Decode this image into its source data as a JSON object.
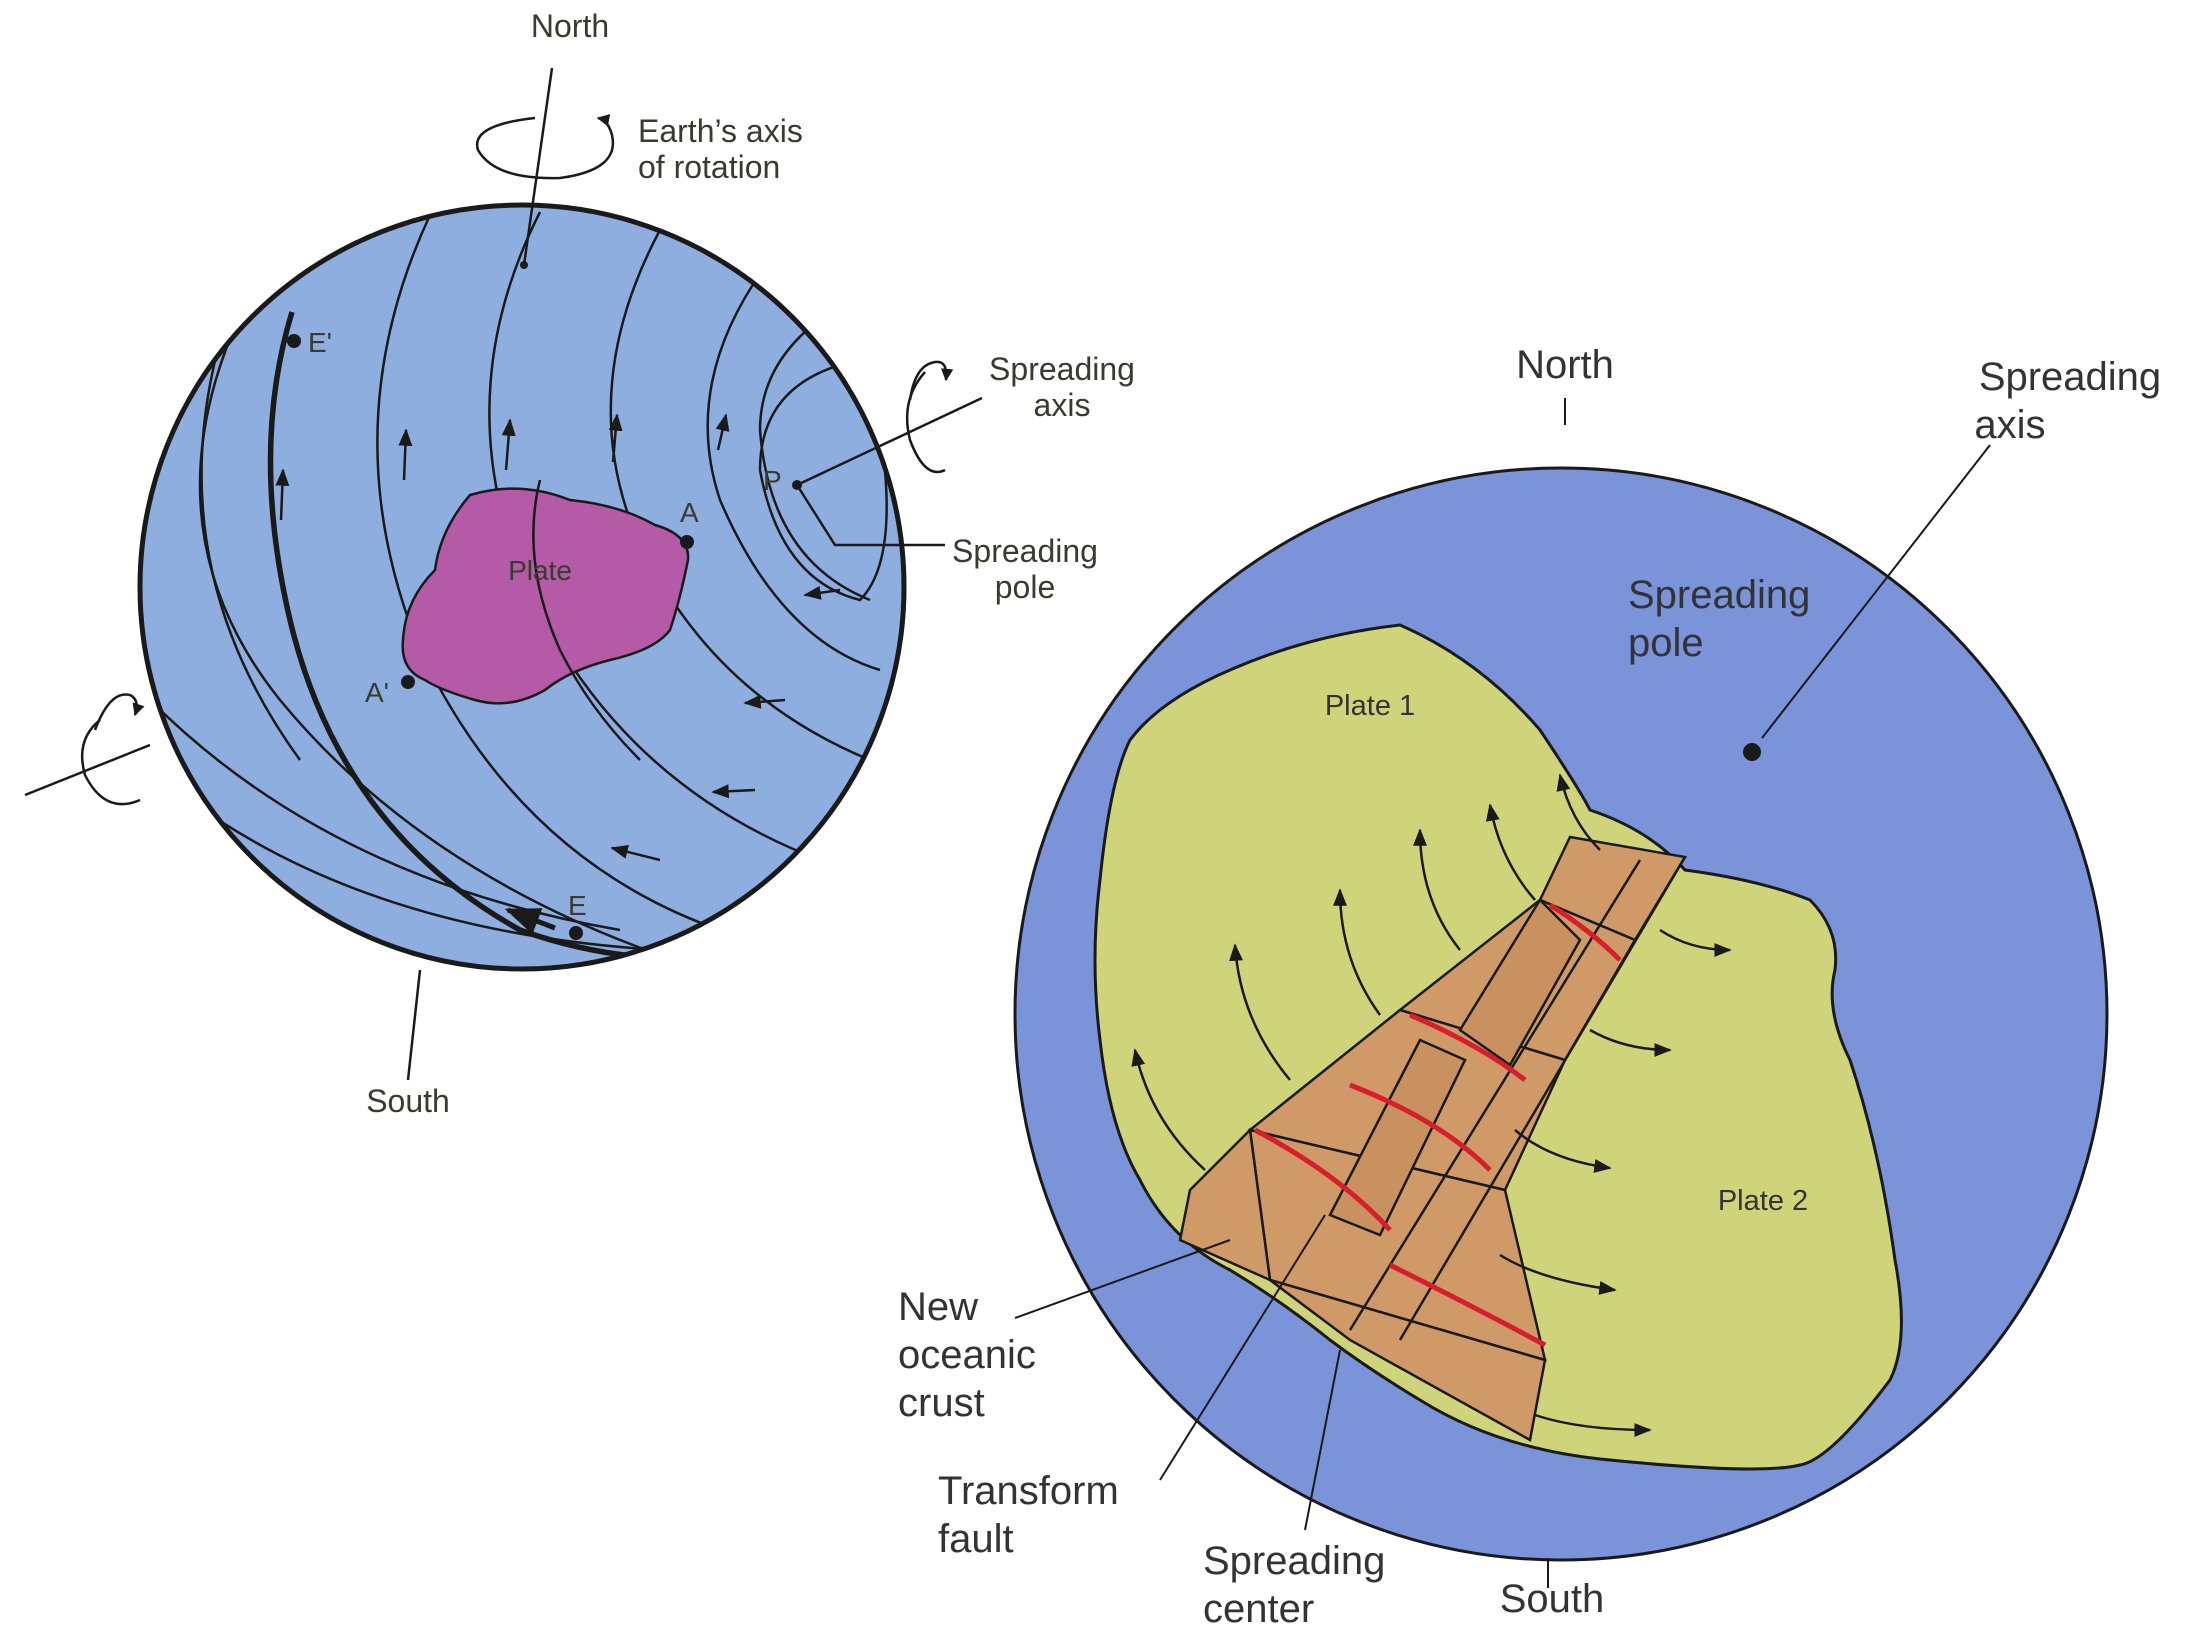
{
  "left_globe": {
    "north": "North",
    "rotation_axis": [
      "Earth’s axis",
      "of rotation"
    ],
    "spreading_axis": [
      "Spreading",
      "axis"
    ],
    "spreading_pole": [
      "Spreading",
      "pole"
    ],
    "south": "South",
    "plate": "Plate",
    "point_a": "A",
    "point_a_prime": "A'",
    "point_e": "E",
    "point_e_prime": "E'",
    "point_p": "P"
  },
  "right_globe": {
    "north": "North",
    "spreading_axis": [
      "Spreading",
      "axis"
    ],
    "spreading_pole": [
      "Spreading",
      "pole"
    ],
    "plate1": "Plate 1",
    "plate2": "Plate 2",
    "new_crust": [
      "New",
      "oceanic",
      "crust"
    ],
    "transform_fault": [
      "Transform",
      "fault"
    ],
    "spreading_center": [
      "Spreading",
      "center"
    ],
    "south": "South"
  },
  "colors": {
    "left_ocean": "#8eaee0",
    "right_ocean": "#7b93d8",
    "plate": "#b45aa6",
    "plate_yellow": "#cfd37a",
    "crust": "#cf9a67",
    "ridge": "#d81e2c",
    "line": "#1a1a1a"
  }
}
